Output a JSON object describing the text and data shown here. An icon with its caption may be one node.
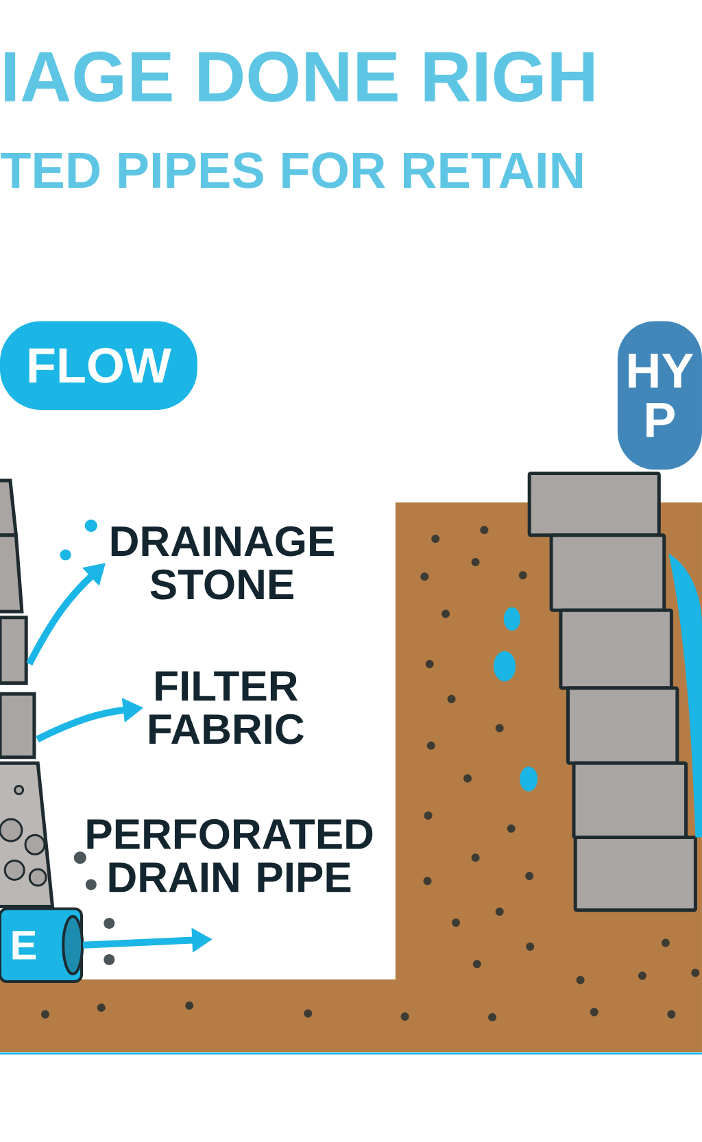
{
  "diagram": {
    "nodes": [
      {
        "text": [
          "FLOW"
        ]
      },
      {
        "text": [
          "HY P"
        ]
      },
      {
        "text": [
          "DRAINAGE STONE"
        ]
      },
      {
        "text": [
          "FILTER FABRIC"
        ]
      },
      {
        "text": [
          "PERFORATED DRAIN PIPE"
        ]
      },
      {
        "text": [
          "E"
        ]
      },
      {
        "text": [],
        "shape": "box"
      },
      {
        "text": [],
        "shape": "box"
      }
    ],
    "edges": [
      {
        "from": 6,
        "to": 2,
        "arrow": "to"
      },
      {
        "from": 7,
        "to": 3,
        "arrow": "to"
      },
      {
        "from": 5,
        "to": null,
        "arrow": "to"
      }
    ],
    "labels": [
      "IAGE DONE RIGH",
      "TED PIPES FOR RETAIN"
    ]
  }
}
